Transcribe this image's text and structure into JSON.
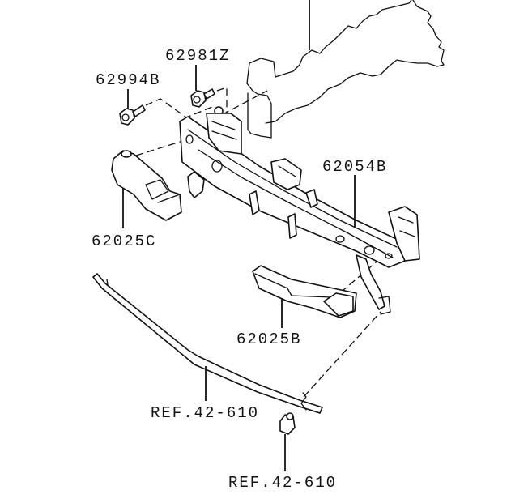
{
  "diagram": {
    "type": "exploded-parts-diagram",
    "callouts": [
      {
        "id": "62981Z",
        "label": "62981Z",
        "part": "bolt"
      },
      {
        "id": "62994B",
        "label": "62994B",
        "part": "bolt"
      },
      {
        "id": "62054B",
        "label": "62054B",
        "part": "front bumper reinforcement bar"
      },
      {
        "id": "62025C",
        "label": "62025C",
        "part": "bumper absorber / bracket, left"
      },
      {
        "id": "62025B",
        "label": "62025B",
        "part": "bumper absorber, right"
      },
      {
        "id": "REF1",
        "label": "REF.42-610",
        "part": "lower grille strip"
      },
      {
        "id": "REF2",
        "label": "REF.42-610",
        "part": "clip / fastener"
      }
    ]
  }
}
